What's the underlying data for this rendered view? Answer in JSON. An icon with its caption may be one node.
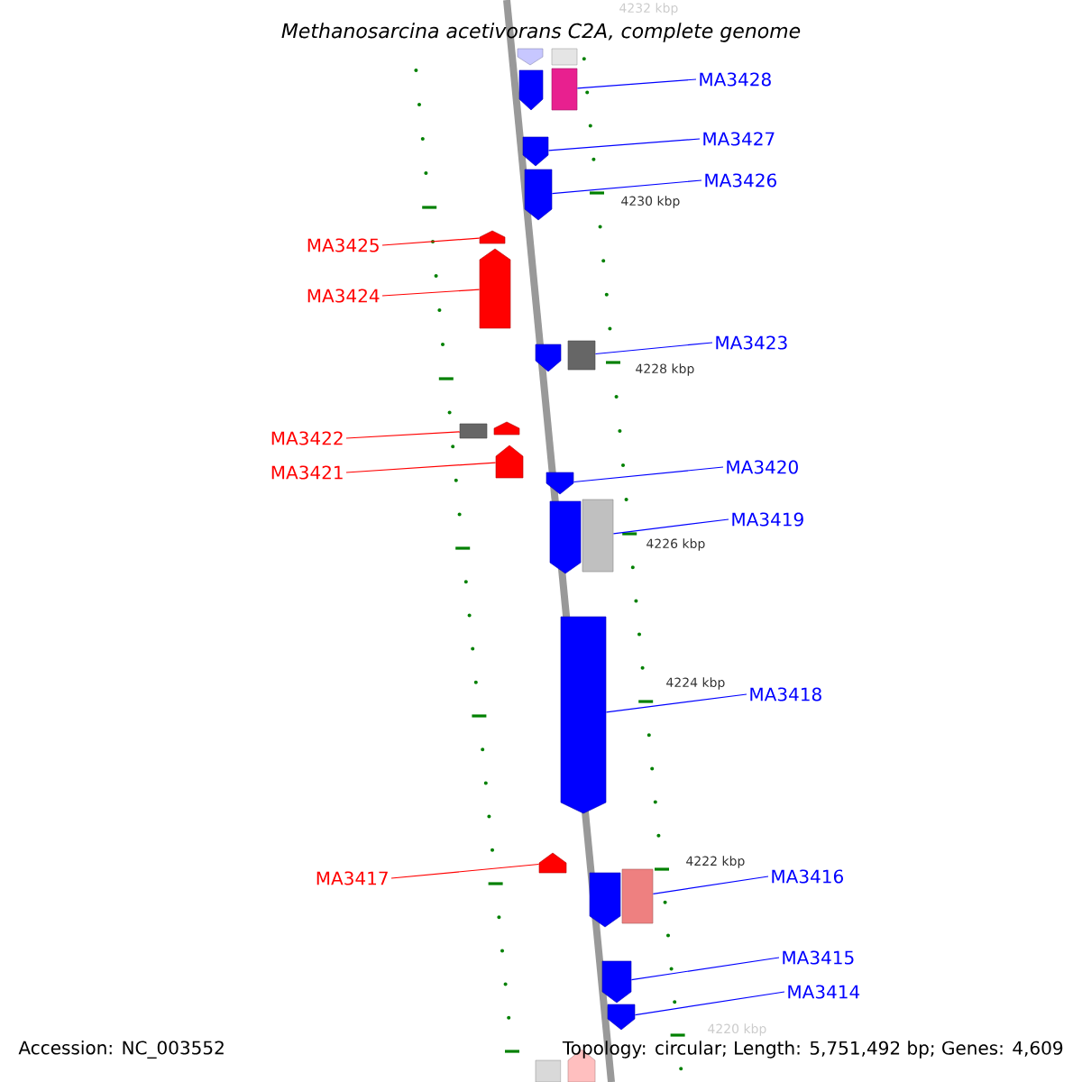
{
  "diagram": {
    "title": "Methanosarcina acetivorans C2A, complete genome",
    "nodes": [
      {
        "text": [],
        "shape": "pentagon"
      },
      {
        "text": [],
        "shape": "box"
      },
      {
        "text": [
          "MA3428"
        ]
      },
      {
        "text": [],
        "shape": "pentagon"
      },
      {
        "text": [],
        "shape": "box"
      },
      {
        "text": [
          "MA3427"
        ]
      },
      {
        "text": [],
        "shape": "pentagon"
      },
      {
        "text": [
          "MA3426"
        ]
      },
      {
        "text": [],
        "shape": "pentagon"
      },
      {
        "text": [
          "MA3425"
        ]
      },
      {
        "text": [],
        "shape": "pentagon"
      },
      {
        "text": [
          "MA3424"
        ]
      },
      {
        "text": [],
        "shape": "pentagon"
      },
      {
        "text": [
          "MA3423"
        ]
      },
      {
        "text": [],
        "shape": "pentagon"
      },
      {
        "text": [],
        "shape": "box"
      },
      {
        "text": [
          "MA3422"
        ]
      },
      {
        "text": [],
        "shape": "box"
      },
      {
        "text": [],
        "shape": "pentagon"
      },
      {
        "text": [
          "MA3421"
        ]
      },
      {
        "text": [],
        "shape": "pentagon"
      },
      {
        "text": [
          "MA3420"
        ]
      },
      {
        "text": [],
        "shape": "pentagon"
      },
      {
        "text": [
          "MA3419"
        ]
      },
      {
        "text": [],
        "shape": "pentagon"
      },
      {
        "text": [],
        "shape": "box"
      },
      {
        "text": [
          "MA3418"
        ]
      },
      {
        "text": [],
        "shape": "pentagon"
      },
      {
        "text": [
          "MA3417"
        ]
      },
      {
        "text": [],
        "shape": "pentagon"
      },
      {
        "text": [
          "MA3416"
        ]
      },
      {
        "text": [],
        "shape": "pentagon"
      },
      {
        "text": [],
        "shape": "box"
      },
      {
        "text": [
          "MA3415"
        ]
      },
      {
        "text": [],
        "shape": "pentagon"
      },
      {
        "text": [
          "MA3414"
        ]
      },
      {
        "text": [],
        "shape": "pentagon"
      },
      {
        "text": [],
        "shape": "box"
      },
      {
        "text": [],
        "shape": "pentagon"
      }
    ],
    "edges": [
      {
        "from": 2,
        "to": 4,
        "arrow": "none"
      },
      {
        "from": 5,
        "to": 6,
        "arrow": "none"
      },
      {
        "from": 7,
        "to": 8,
        "arrow": "none"
      },
      {
        "from": 9,
        "to": 10,
        "arrow": "none",
        "color": "#ff0000"
      },
      {
        "from": 11,
        "to": 12,
        "arrow": "none",
        "color": "#ff0000"
      },
      {
        "from": 13,
        "to": 15,
        "arrow": "none"
      },
      {
        "from": 16,
        "to": 17,
        "arrow": "none",
        "color": "#ff0000"
      },
      {
        "from": 19,
        "to": 20,
        "arrow": "none",
        "color": "#ff0000"
      },
      {
        "from": 21,
        "to": 22,
        "arrow": "none"
      },
      {
        "from": 23,
        "to": 25,
        "arrow": "none"
      },
      {
        "from": 26,
        "to": 27,
        "arrow": "none"
      },
      {
        "from": 28,
        "to": 29,
        "arrow": "none",
        "color": "#ff0000"
      },
      {
        "from": 30,
        "to": 32,
        "arrow": "none"
      },
      {
        "from": 33,
        "to": 34,
        "arrow": "none"
      },
      {
        "from": 35,
        "to": 36,
        "arrow": "none"
      }
    ],
    "labels": [
      "4232 kbp",
      "4230 kbp",
      "4228 kbp",
      "4226 kbp",
      "4224 kbp",
      "4222 kbp",
      "4220 kbp",
      "Accession: NC_003552",
      "Topology: circular; Length: 5,751,492 bp; Genes: 4,609"
    ]
  }
}
